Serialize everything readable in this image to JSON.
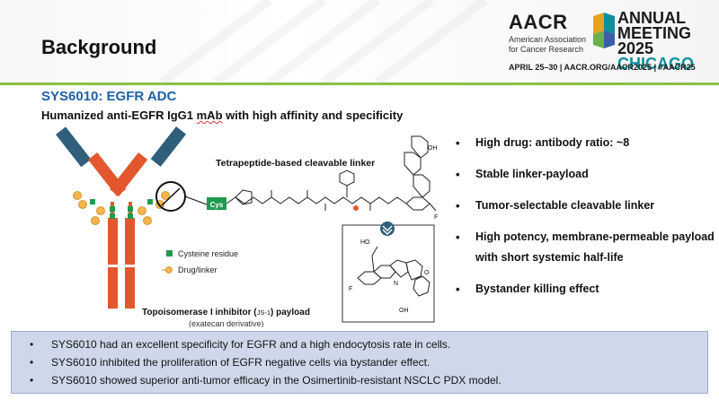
{
  "header": {
    "title": "Background",
    "logo": {
      "brand": "AACR",
      "org": "American Association for Cancer Research",
      "event_line1": "ANNUAL",
      "event_line2": "MEETING",
      "event_year": "2025",
      "event_city": "CHICAGO",
      "footer": "APRIL 25–30 | AACR.ORG/AACR2025 | #AACR25"
    }
  },
  "subtitle": "SYS6010: EGFR ADC",
  "subhead": {
    "before": "Humanized anti-EGFR IgG1 ",
    "underlined": "mAb",
    "after": " with high affinity and specificity"
  },
  "figure": {
    "linker_title": "Tetrapeptide-based cleavable linker",
    "cys_label": "Cys",
    "legend_cysteine": "Cysteine residue",
    "legend_drug": "Drug/linker",
    "payload_title_a": "Topoisomerase I inhibitor (",
    "payload_title_js": "JS-1",
    "payload_title_b": ") payload",
    "payload_sub": "(exatecan derivative)",
    "atom_labels": {
      "oh": "OH",
      "f": "F",
      "ho": "HO",
      "o": "O",
      "n": "N"
    }
  },
  "bullets": [
    "High drug: antibody ratio: ~8",
    "Stable linker-payload",
    "Tumor-selectable cleavable linker",
    "High potency, membrane-permeable payload with short systemic half-life",
    "Bystander killing effect"
  ],
  "summary": [
    "SYS6010 had an excellent specificity for EGFR and a high endocytosis rate in cells.",
    "SYS6010 inhibited the proliferation of EGFR negative cells via bystander effect.",
    "SYS6010 showed superior anti-tumor efficacy in the Osimertinib-resistant NSCLC PDX model."
  ],
  "colors": {
    "accent_green": "#8cc04a",
    "subtitle_blue": "#1f5fa5",
    "heavy_chain": "#e2572e",
    "light_chain": "#2f5f7a",
    "cysteine": "#1f9a4f",
    "drug": "#f2b64c",
    "summary_box": "#cfd8eb"
  },
  "icons": [
    "cube-logo-icon",
    "chevron-down-icon"
  ]
}
